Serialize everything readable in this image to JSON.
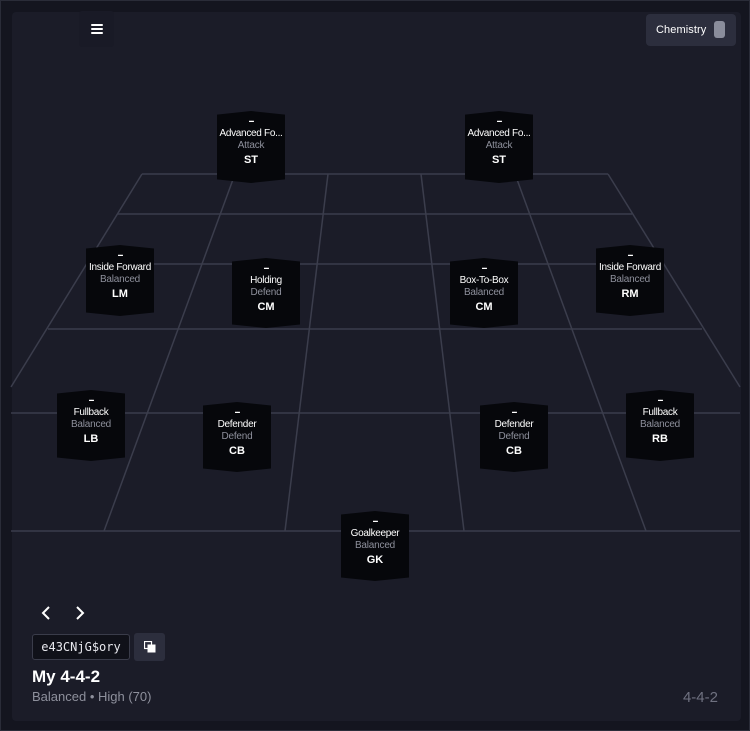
{
  "header": {
    "menu_icon": "hamburger-menu-icon",
    "chemistry_label": "Chemistry",
    "chemistry_icon": "toggle-switch-icon"
  },
  "colors": {
    "background": "#14151f",
    "panel": "#1b1c28",
    "card": "#06070b",
    "pitch_line": "#3b3d4c",
    "muted_text": "#8e909c"
  },
  "players": [
    {
      "id": "st-left",
      "rating": "--",
      "role": "Advanced Fo...",
      "duty": "Attack",
      "position": "ST"
    },
    {
      "id": "st-right",
      "rating": "--",
      "role": "Advanced Fo...",
      "duty": "Attack",
      "position": "ST"
    },
    {
      "id": "lm",
      "rating": "--",
      "role": "Inside Forward",
      "duty": "Balanced",
      "position": "LM"
    },
    {
      "id": "cm-left",
      "rating": "--",
      "role": "Holding",
      "duty": "Defend",
      "position": "CM"
    },
    {
      "id": "cm-right",
      "rating": "--",
      "role": "Box-To-Box",
      "duty": "Balanced",
      "position": "CM"
    },
    {
      "id": "rm",
      "rating": "--",
      "role": "Inside Forward",
      "duty": "Balanced",
      "position": "RM"
    },
    {
      "id": "lb",
      "rating": "--",
      "role": "Fullback",
      "duty": "Balanced",
      "position": "LB"
    },
    {
      "id": "cb-left",
      "rating": "--",
      "role": "Defender",
      "duty": "Defend",
      "position": "CB"
    },
    {
      "id": "cb-right",
      "rating": "--",
      "role": "Defender",
      "duty": "Defend",
      "position": "CB"
    },
    {
      "id": "rb",
      "rating": "--",
      "role": "Fullback",
      "duty": "Balanced",
      "position": "RB"
    },
    {
      "id": "gk",
      "rating": "--",
      "role": "Goalkeeper",
      "duty": "Balanced",
      "position": "GK"
    }
  ],
  "footer": {
    "prev_icon": "chevron-left-icon",
    "next_icon": "chevron-right-icon",
    "share_code": "e43CNjG$ory",
    "copy_icon": "copy-icon",
    "squad_name": "My 4-4-2",
    "squad_meta": "Balanced • High (70)",
    "formation": "4-4-2"
  }
}
